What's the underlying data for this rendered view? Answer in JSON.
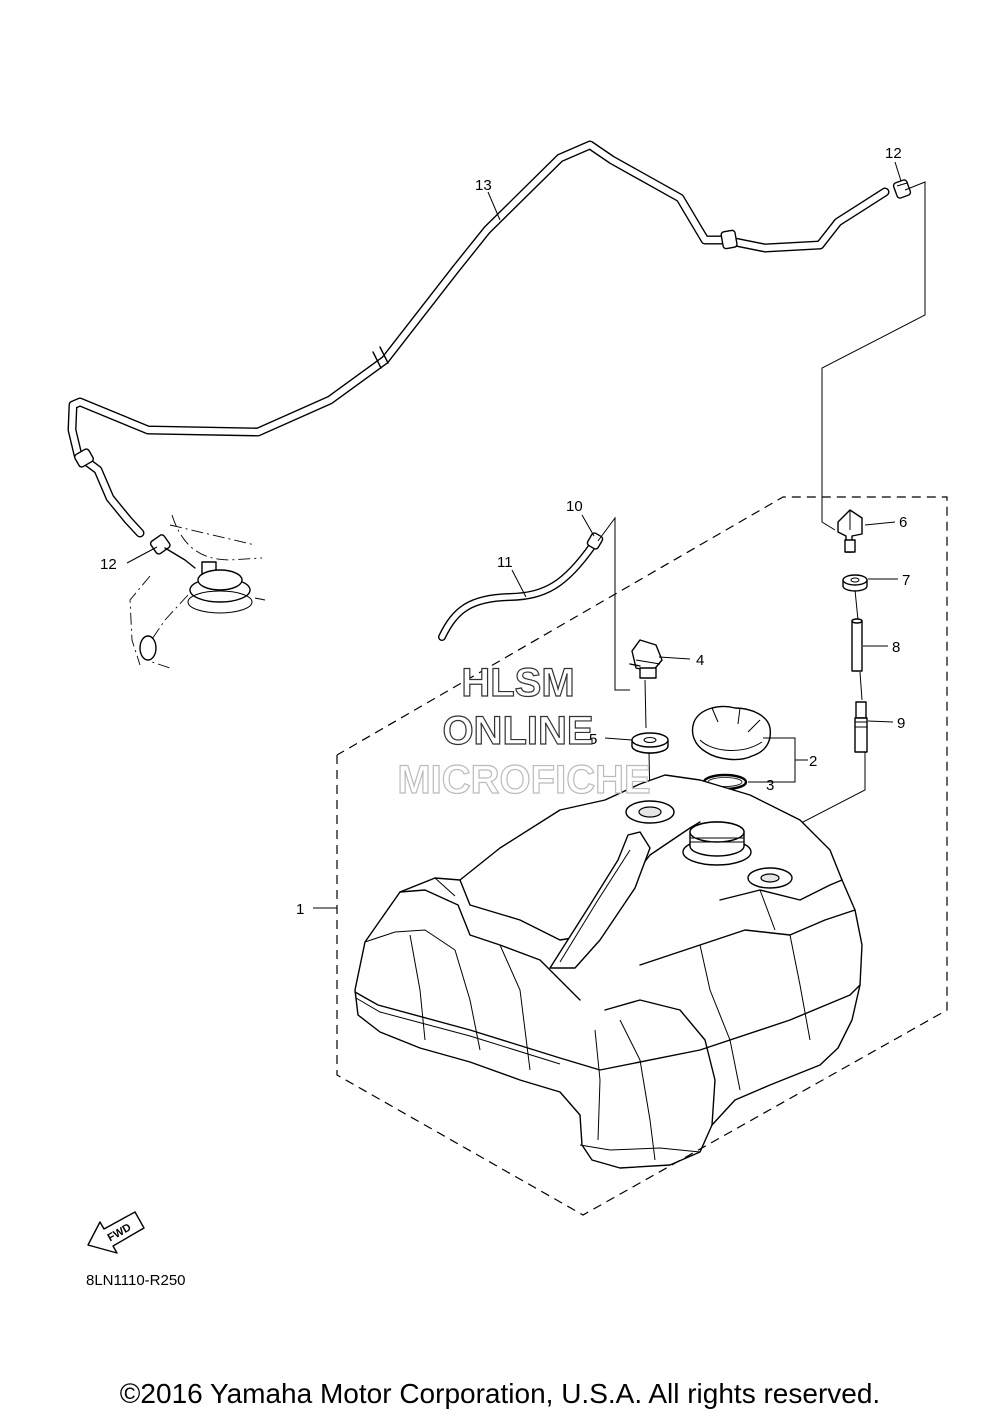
{
  "watermark": {
    "line1": "HLSM",
    "line2": "ONLINE",
    "line3": "MICROFICHE"
  },
  "callouts": [
    {
      "id": "c1",
      "label": "1"
    },
    {
      "id": "c2",
      "label": "2"
    },
    {
      "id": "c3",
      "label": "3"
    },
    {
      "id": "c4",
      "label": "4"
    },
    {
      "id": "c5",
      "label": "5"
    },
    {
      "id": "c6",
      "label": "6"
    },
    {
      "id": "c7",
      "label": "7"
    },
    {
      "id": "c8",
      "label": "8"
    },
    {
      "id": "c9",
      "label": "9"
    },
    {
      "id": "c10",
      "label": "10"
    },
    {
      "id": "c11",
      "label": "11"
    },
    {
      "id": "c12a",
      "label": "12"
    },
    {
      "id": "c12b",
      "label": "12"
    },
    {
      "id": "c13",
      "label": "13"
    }
  ],
  "fwd_label": "FWD",
  "diagram_code": "8LN1110-R250",
  "copyright": "©2016 Yamaha Motor Corporation, U.S.A. All rights reserved."
}
